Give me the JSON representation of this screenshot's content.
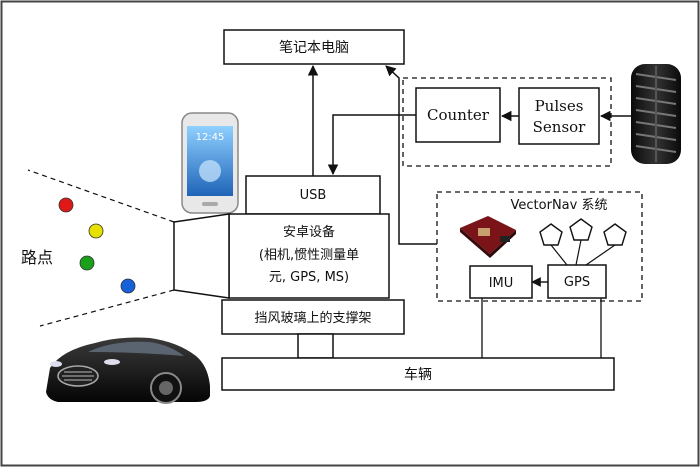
{
  "nodes": {
    "laptop": "笔记本电脑",
    "counter": "Counter",
    "pulses_sensor_line1": "Pulses",
    "pulses_sensor_line2": "Sensor",
    "usb": "USB",
    "android_line1": "安卓设备",
    "android_line2": "(相机,惯性测量单",
    "android_line3": "元, GPS, MS)",
    "vectornav": "VectorNav 系统",
    "imu": "IMU",
    "gps": "GPS",
    "windshield_mount": "挡风玻璃上的支撑架",
    "vehicle": "车辆",
    "waypoints": "路点"
  },
  "phone_screen": {
    "time": "12:45"
  },
  "colors": {
    "line": "#111111",
    "frame": "#444444",
    "waypoint_red": "#e01818",
    "waypoint_yellow": "#e8e000",
    "waypoint_green": "#1aa01a",
    "waypoint_blue": "#1660d8",
    "phone_screen": "#5aa6e8",
    "car_body": "#151515"
  },
  "icons": [
    "phone-image",
    "tire-image",
    "vectornav-device-image",
    "car-image",
    "antenna-pentagon-icon"
  ]
}
